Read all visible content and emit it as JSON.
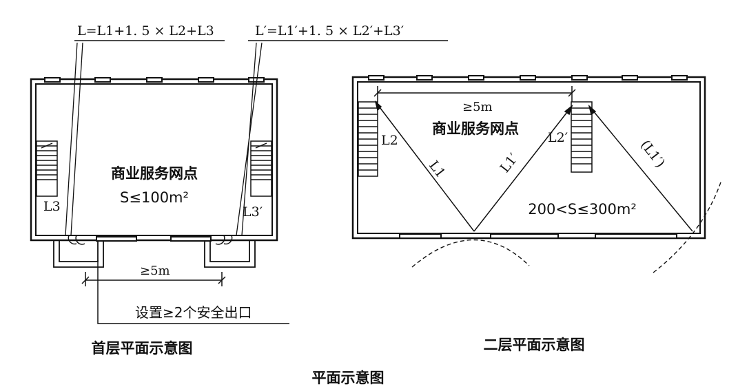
{
  "floor1": {
    "formula": "L=L1+1. 5 × L2+L3",
    "room_label": "商业服务网点",
    "area_label": "S≤100m²",
    "label_l3": "L3",
    "label_l3p": "L3′",
    "distance_label": "≥5m",
    "exit_note": "设置≥2个安全出口",
    "caption": "首层平面示意图"
  },
  "floor2": {
    "formula": "L′=L1′+1. 5 × L2′+L3′",
    "distance_label": "≥5m",
    "room_label": "商业服务网点",
    "label_l2": "L2",
    "label_l1": "L1",
    "label_l1p": "L1′",
    "label_l2p": "L2′",
    "label_l1p_paren": "(L1′)",
    "area_label": "200<S≤300m²",
    "caption": "二层平面示意图"
  },
  "main_caption": "平面示意图"
}
